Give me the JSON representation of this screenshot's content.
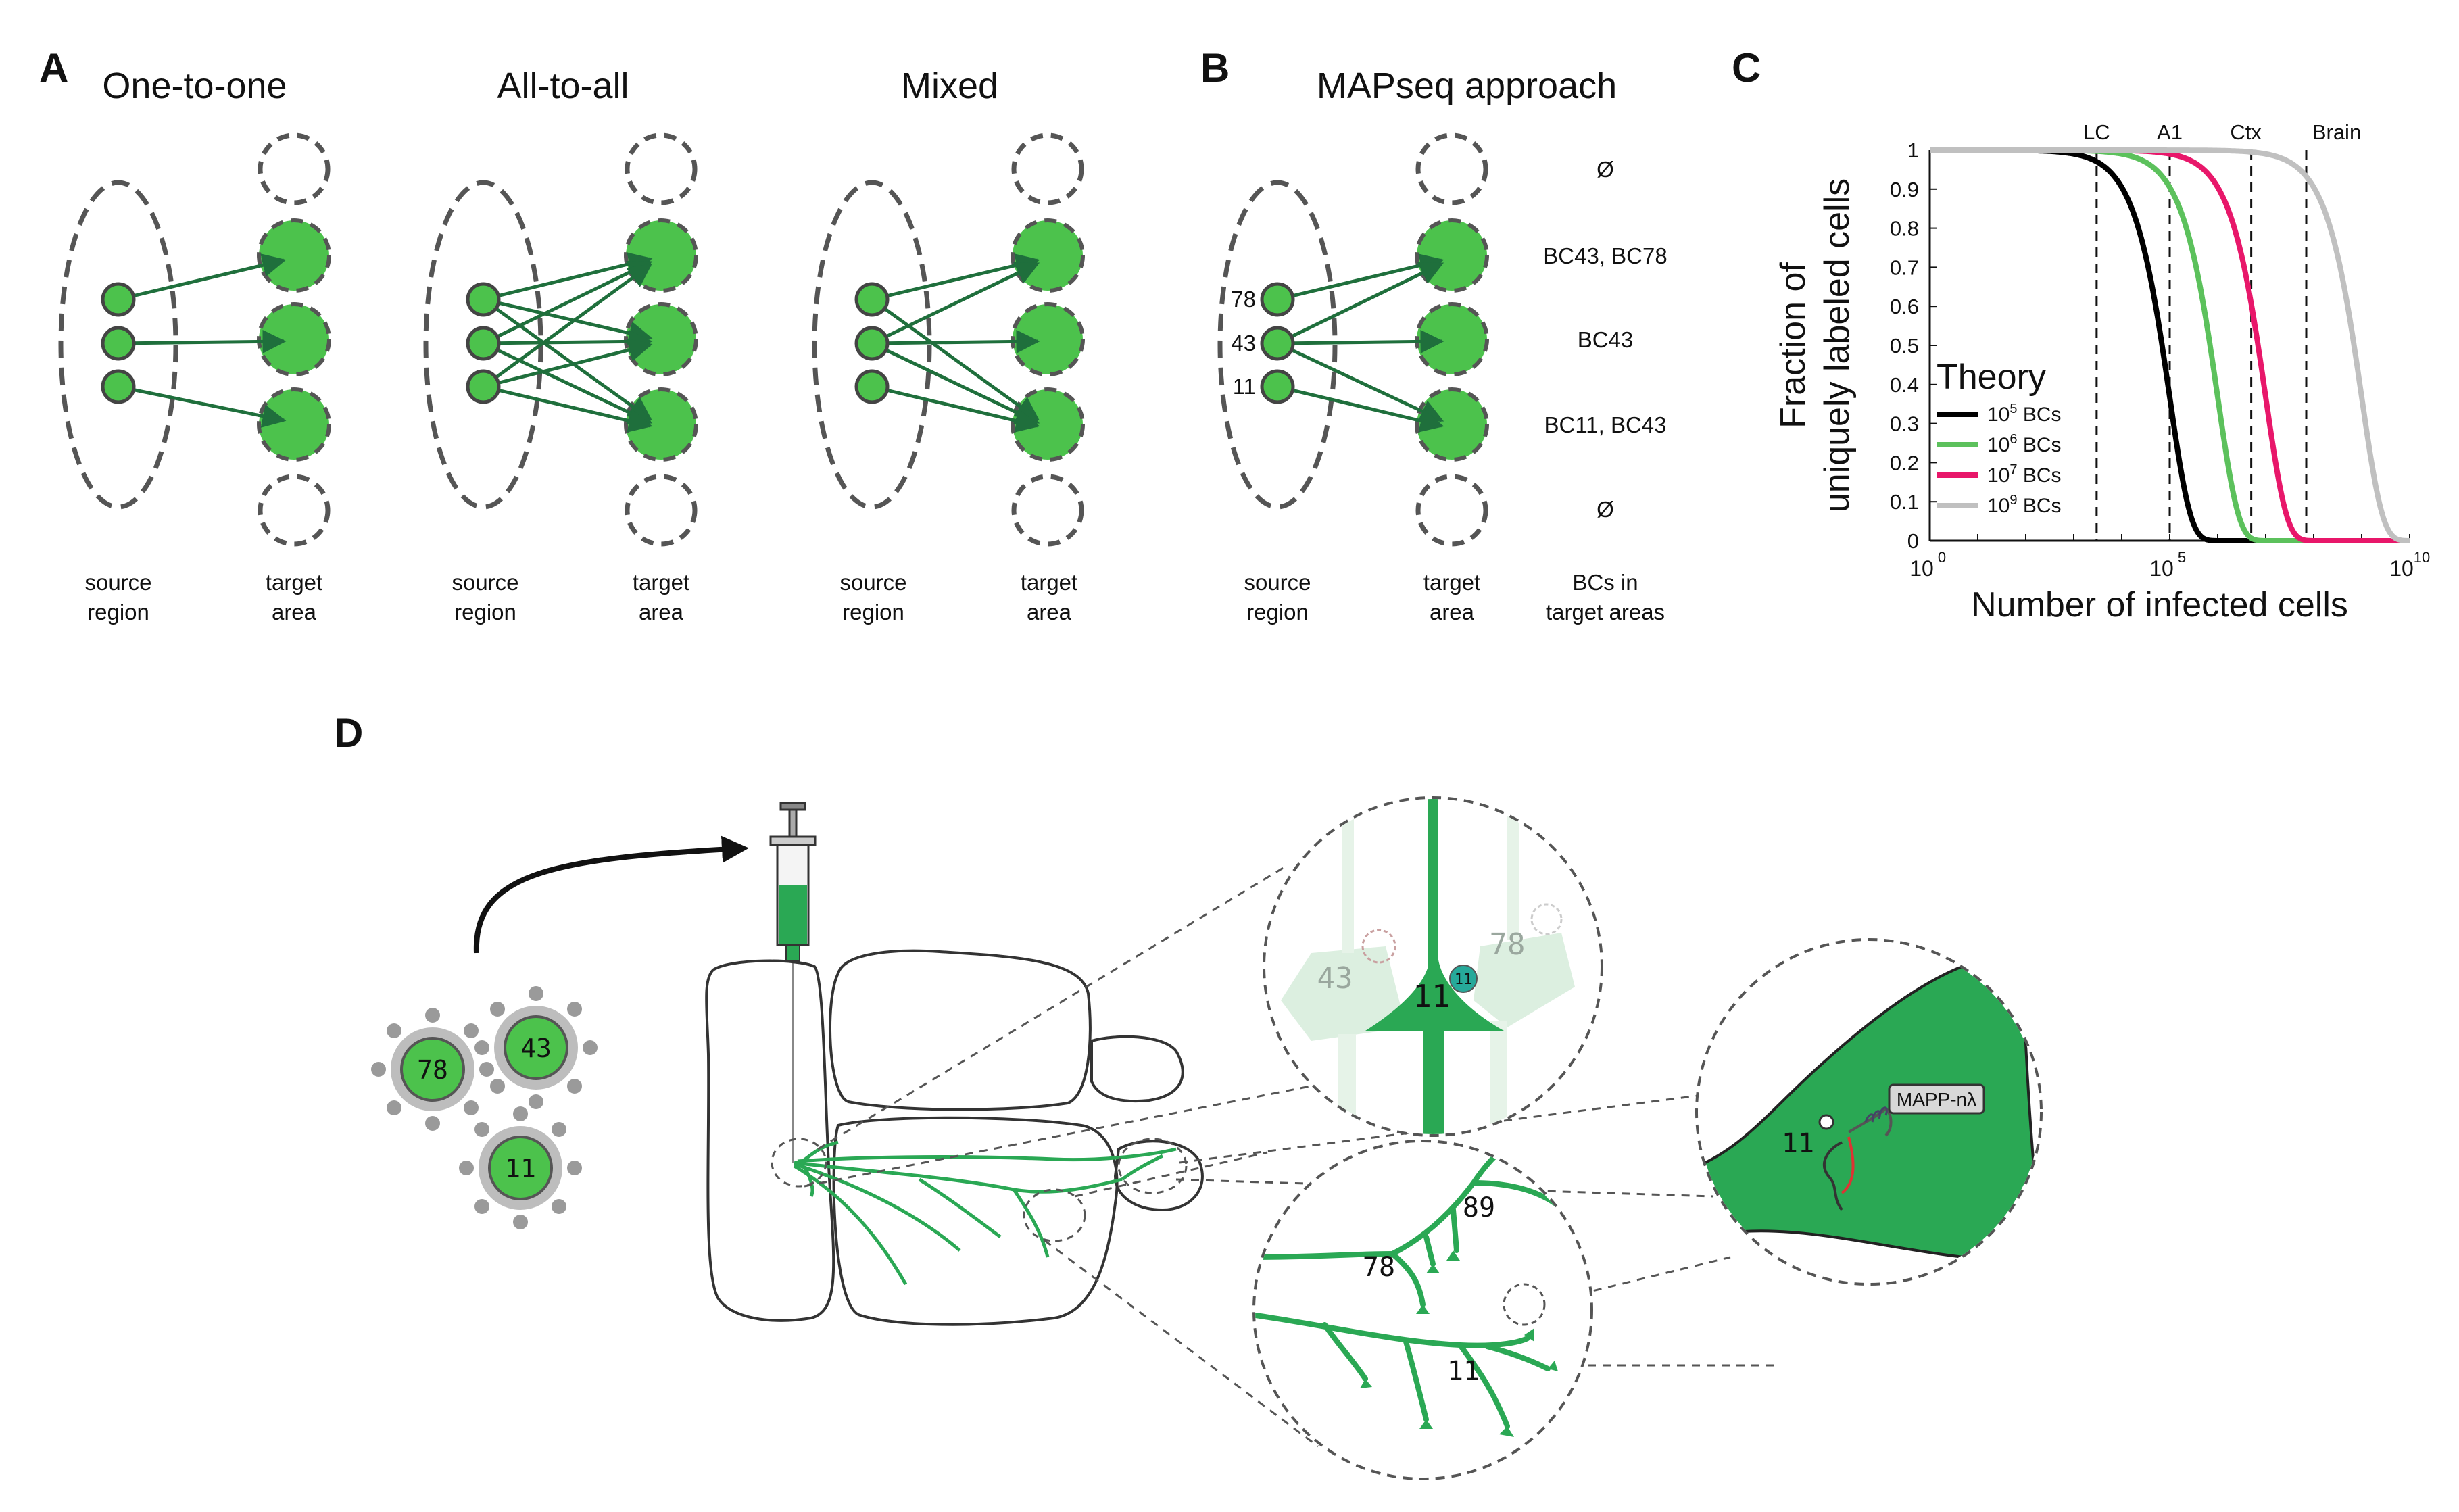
{
  "panelA": {
    "label": "A",
    "diagrams": [
      {
        "title": "One-to-one",
        "source_caption": [
          "source",
          "region"
        ],
        "target_caption": [
          "target",
          "area"
        ]
      },
      {
        "title": "All-to-all",
        "source_caption": [
          "source",
          "region"
        ],
        "target_caption": [
          "target",
          "area"
        ]
      },
      {
        "title": "Mixed",
        "source_caption": [
          "source",
          "region"
        ],
        "target_caption": [
          "target",
          "area"
        ]
      }
    ]
  },
  "panelB": {
    "label": "B",
    "title": "MAPseq approach",
    "source_numbers": [
      "78",
      "43",
      "11"
    ],
    "bc_labels": [
      "Ø",
      "BC43, BC78",
      "BC43",
      "BC11, BC43",
      "Ø"
    ],
    "source_caption": [
      "source",
      "region"
    ],
    "target_caption": [
      "target",
      "area"
    ],
    "bc_caption": [
      "BCs in",
      "target areas"
    ]
  },
  "panelC": {
    "label": "C",
    "chart_data": {
      "type": "line",
      "xlabel": "Number of infected cells",
      "ylabel_lines": [
        "Fraction of",
        "uniquely labeled cells"
      ],
      "xscale": "log",
      "xlim": [
        1,
        10000000000
      ],
      "ylim": [
        0,
        1
      ],
      "xtick_labels": [
        "10",
        "0",
        "10",
        "5",
        "10",
        "10"
      ],
      "yticks": [
        "0",
        "0.1",
        "0.2",
        "0.3",
        "0.4",
        "0.5",
        "0.6",
        "0.7",
        "0.8",
        "0.9",
        "1"
      ],
      "legend_title": "Theory",
      "legend_placement": "bottom-left",
      "series": [
        {
          "name_base": "10",
          "name_exp": "5",
          "name_unit": " BCs",
          "color": "#000000",
          "barcodes": 100000
        },
        {
          "name_base": "10",
          "name_exp": "6",
          "name_unit": " BCs",
          "color": "#5cc15c",
          "barcodes": 1000000
        },
        {
          "name_base": "10",
          "name_exp": "7",
          "name_unit": " BCs",
          "color": "#e8176a",
          "barcodes": 10000000
        },
        {
          "name_base": "10",
          "name_exp": "9",
          "name_unit": " BCs",
          "color": "#c0c0c0",
          "barcodes": 1000000000
        }
      ],
      "vlines": [
        {
          "label": "LC",
          "x": 3000
        },
        {
          "label": "A1",
          "x": 100000
        },
        {
          "label": "Ctx",
          "x": 5000000
        },
        {
          "label": "Brain",
          "x": 70000000
        }
      ]
    }
  },
  "panelD": {
    "label": "D",
    "virus_numbers": [
      "78",
      "43",
      "11"
    ],
    "cell_numbers": {
      "left": "43",
      "center": "11",
      "right": "78",
      "small": "11"
    },
    "axon_numbers": [
      "89",
      "78",
      "11"
    ],
    "bouton_number": "11",
    "protein_label": "MAPP-nλ"
  },
  "colors": {
    "green": "#4cc24c",
    "dark_green": "#1f6f3c",
    "axon_green": "#2aa854",
    "grey": "#555555"
  }
}
